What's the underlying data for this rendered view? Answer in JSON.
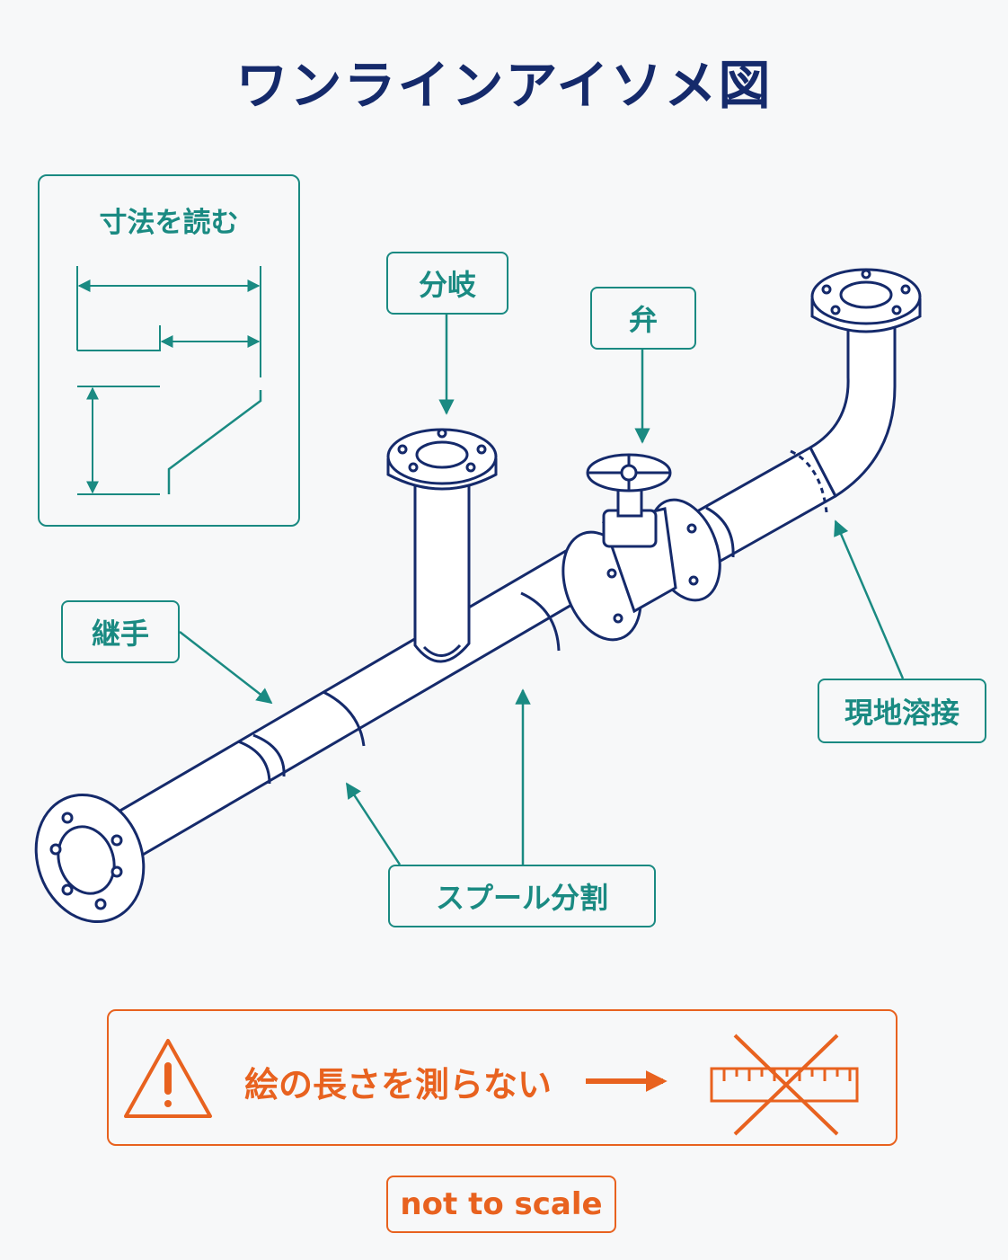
{
  "title": "ワンラインアイソメ図",
  "inset": {
    "title": "寸法を読む"
  },
  "labels": {
    "branch": "分岐",
    "valve": "弁",
    "joint": "継手",
    "field_weld": "現地溶接",
    "spool_split": "スプール分割"
  },
  "warning": {
    "text": "絵の長さを測らない",
    "icon": "warning-triangle-icon",
    "ruler_icon": "crossed-ruler-icon"
  },
  "note": "not to scale",
  "colors": {
    "navy": "#152a6b",
    "teal": "#1a8a82",
    "orange": "#e8621f"
  }
}
